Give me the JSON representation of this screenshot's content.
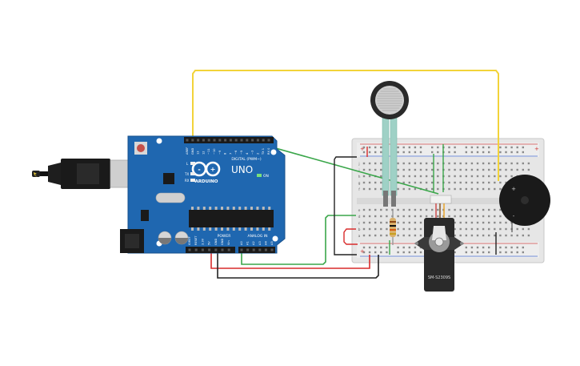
{
  "arduino": {
    "brand": "ARDUINO",
    "model": "UNO",
    "digital_header": "DIGITAL (PWM~)",
    "power_header": "POWER",
    "analog_header": "ANALOG IN",
    "on_label": "ON",
    "tx_label": "TX",
    "rx_label": "RX",
    "l_label": "L",
    "digital_pins": [
      "AREF",
      "GND",
      "13",
      "12",
      "~11",
      "~10",
      "~9",
      "8",
      "7",
      "~6",
      "~5",
      "4",
      "~3",
      "2",
      "TX 1",
      "RX 0"
    ],
    "power_pins": [
      "IOREF",
      "RESET",
      "3.3V",
      "5V",
      "GND",
      "GND",
      "Vin"
    ],
    "analog_pins": [
      "A0",
      "A1",
      "A2",
      "A3",
      "A4",
      "A5"
    ]
  },
  "breadboard": {
    "row_letters_top": [
      "j",
      "i",
      "h",
      "g",
      "f"
    ],
    "row_letters_bottom": [
      "e",
      "d",
      "c",
      "b",
      "a"
    ]
  },
  "servo": {
    "label": "SM-S2309S"
  },
  "colors": {
    "board": "#1f67b0",
    "board_dark": "#17508c",
    "wire_yellow": "#f2d33a",
    "wire_green": "#3aa64a",
    "wire_red": "#d92b2b",
    "wire_black": "#222222",
    "breadboard": "#e8e8e8"
  }
}
